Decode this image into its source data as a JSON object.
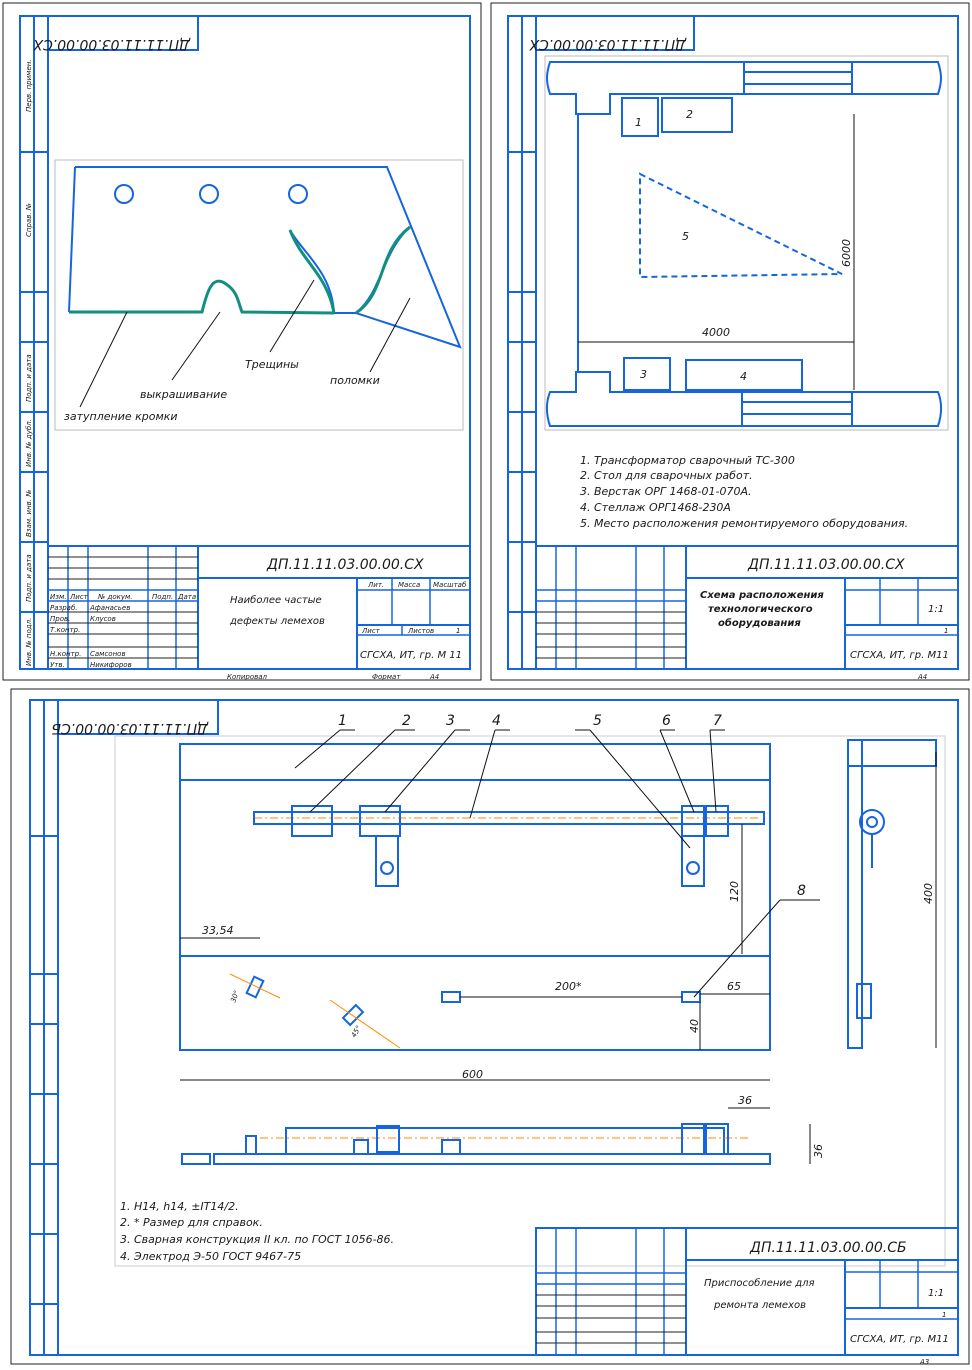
{
  "sheet1": {
    "code_rotated": "ДП.11.11.03.00.00.СХ",
    "labels": {
      "dulling": "затупление кромки",
      "chipping": "выкрашивание",
      "cracks": "Трещины",
      "breaks": "поломки"
    },
    "stamp": {
      "doc_code": "ДП.11.11.03.00.00.СХ",
      "title_line1": "Наиболее частые",
      "title_line2": "дефекты лемехов",
      "org": "СГСХА, ИТ, гр. М 11",
      "sheet_label": "Лист",
      "sheets_label": "Листов",
      "sheets_value": "1",
      "lit": "Лит.",
      "mass": "Масса",
      "scale": "Масштаб",
      "rows": [
        "Изм.",
        "Лист",
        "№ докум.",
        "Подп.",
        "Дата"
      ],
      "people": [
        {
          "role": "Разраб.",
          "name": "Афанасьев"
        },
        {
          "role": "Пров.",
          "name": "Клусов"
        },
        {
          "role": "Т.контр.",
          "name": ""
        },
        {
          "role": "Н.контр.",
          "name": "Самсонов"
        },
        {
          "role": "Утв.",
          "name": "Никифоров"
        }
      ],
      "copied": "Копировал",
      "format": "Формат",
      "format_value": "А4"
    },
    "side": [
      "Перв. примен.",
      "Справ. №",
      "Подп. и дата",
      "Инв. № дубл.",
      "Взам. инв. №",
      "Подп. и дата",
      "Инв. № подл."
    ]
  },
  "sheet2": {
    "code_rotated": "ДП.11.11.03.00.00.СХ",
    "labels": {
      "n1": "1",
      "n2": "2",
      "n3": "3",
      "n4": "4",
      "n5": "5",
      "dim_w": "4000",
      "dim_h": "6000"
    },
    "legend": [
      "1. Трансформатор сварочный  ТС-300",
      "2. Стол для сварочных работ.",
      "3. Верстак ОРГ 1468-01-070А.",
      "4. Стеллаж ОРГ1468-230А",
      "5. Место расположения ремонтируемого оборудования."
    ],
    "stamp": {
      "doc_code": "ДП.11.11.03.00.00.СХ",
      "title_line1": "Схема расположения",
      "title_line2": "технологического",
      "title_line3": "оборудования",
      "org": "СГСХА, ИТ, гр. М11",
      "scale_value": "1:1",
      "sheets_value": "1",
      "format_value": "А4"
    }
  },
  "sheet3": {
    "code_rotated": "ДП.11.11.03.00.00.СБ",
    "callouts": [
      "1",
      "2",
      "3",
      "4",
      "5",
      "6",
      "7",
      "8"
    ],
    "dims": {
      "d600": "600",
      "d400": "400",
      "d120": "120",
      "d200": "200*",
      "d65": "65",
      "d40": "40",
      "d3354": "33,54",
      "d36a": "36",
      "d36b": "36",
      "a45": "45°",
      "a30": "30°"
    },
    "notes": [
      "1. Н14, h14, ±IT14/2.",
      "2. * Размер для справок.",
      "3. Сварная конструкция II кл. по ГОСТ 1056-86.",
      "4. Электрод Э-50 ГОСТ 9467-75"
    ],
    "stamp": {
      "doc_code": "ДП.11.11.03.00.00.СБ",
      "title_line1": "Приспособление для",
      "title_line2": "ремонта лемехов",
      "org": "СГСХА, ИТ, гр. М11",
      "scale_value": "1:1",
      "sheets_value": "1",
      "format_value": "А3"
    }
  }
}
